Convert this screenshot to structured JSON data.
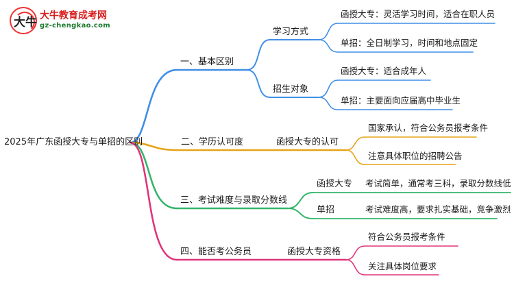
{
  "logo": {
    "glyph": "大牛",
    "name": "大牛教育成考网",
    "url": "gz-chengkao.com"
  },
  "root": "2025年广东函授大专与单招的区别",
  "branches": [
    {
      "label": "一、基本区别",
      "subs": [
        {
          "label": "学习方式",
          "leaves": [
            "函授大专：灵活学习时间，适合在职人员",
            "单招：全日制学习，时间和地点固定"
          ]
        },
        {
          "label": "招生对象",
          "leaves": [
            "函授大专：适合成年人",
            "单招：主要面向应届高中毕业生"
          ]
        }
      ]
    },
    {
      "label": "二、学历认可度",
      "subs": [
        {
          "label": "函授大专的认可",
          "leaves": [
            "国家承认，符合公务员报考条件",
            "注意具体职位的招聘公告"
          ]
        }
      ]
    },
    {
      "label": "三、考试难度与录取分数线",
      "subs": [
        {
          "label": "函授大专",
          "leaves": [
            "考试简单，通常考三科，录取分数线低"
          ]
        },
        {
          "label": "单招",
          "leaves": [
            "考试难度高，要求扎实基础，竞争激烈"
          ]
        }
      ]
    },
    {
      "label": "四、能否考公务员",
      "subs": [
        {
          "label": "函授大专资格",
          "leaves": [
            "符合公务员报考条件",
            "关注具体岗位要求"
          ]
        }
      ]
    }
  ],
  "colors": {
    "branch1": "#3f8fe6",
    "branch2": "#e8a317",
    "branch3": "#35b56a",
    "branch4": "#e0357c",
    "logo_red": "#d81e1e",
    "logo_green": "#1e7a2e"
  }
}
